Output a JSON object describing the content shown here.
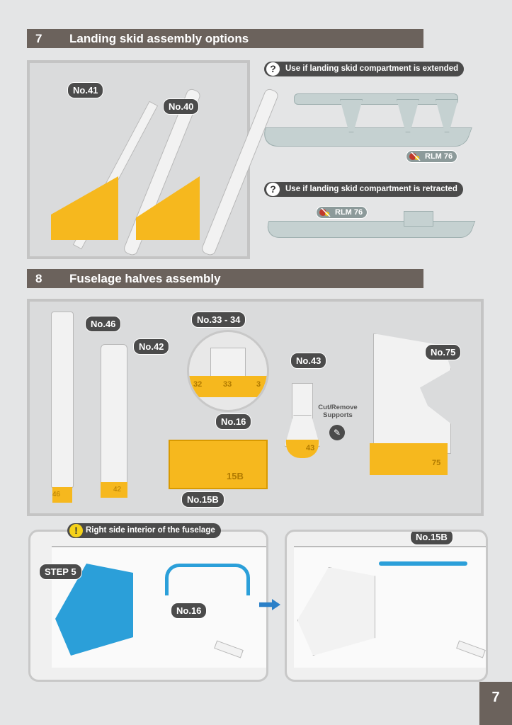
{
  "step7": {
    "number": "7",
    "title": "Landing skid assembly options",
    "parts": [
      "No.41",
      "No.40"
    ],
    "note_extended": "Use if landing skid compartment is extended",
    "note_retracted": "Use if landing skid compartment is retracted",
    "paint": "RLM 76"
  },
  "step8": {
    "number": "8",
    "title": "Fuselage halves assembly",
    "parts": {
      "p46": "No.46",
      "p42": "No.42",
      "p33": "No.33 - 34",
      "p16": "No.16",
      "p15b": "No.15B",
      "p43": "No.43",
      "p75": "No.75"
    },
    "cut_note": "Cut/Remove Supports",
    "sprue_labels": {
      "s32": "32",
      "s33": "33",
      "s3": "3",
      "s15b": "15B",
      "s43": "43",
      "s75": "75",
      "s46": "46",
      "s42": "42"
    }
  },
  "interior": {
    "warning": "Right side interior of the fuselage",
    "step_ref": "STEP 5",
    "part_left": "No.16",
    "part_right": "No.15B"
  },
  "page_number": "7"
}
